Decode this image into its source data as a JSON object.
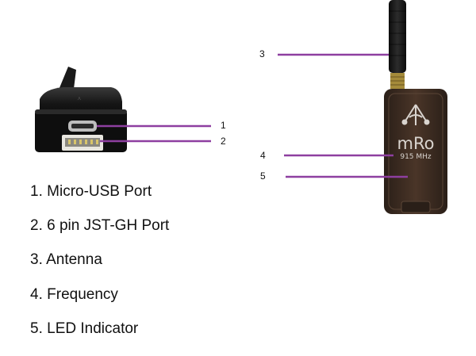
{
  "colors": {
    "callout_line": "#8e3fa0",
    "device_body": "#1c1a18",
    "device_case": "#3a2a20",
    "label_text": "#e6e2de"
  },
  "callouts": {
    "c1": "1",
    "c2": "2",
    "c3": "3",
    "c4": "4",
    "c5": "5"
  },
  "device": {
    "brand": "mRo",
    "frequency": "915 MHz"
  },
  "legend": [
    {
      "number": "1.",
      "label": "Micro-USB Port"
    },
    {
      "number": "2.",
      "label": "6 pin JST-GH Port"
    },
    {
      "number": "3.",
      "label": "Antenna"
    },
    {
      "number": "4.",
      "label": "Frequency"
    },
    {
      "number": "5.",
      "label": "LED Indicator"
    }
  ]
}
